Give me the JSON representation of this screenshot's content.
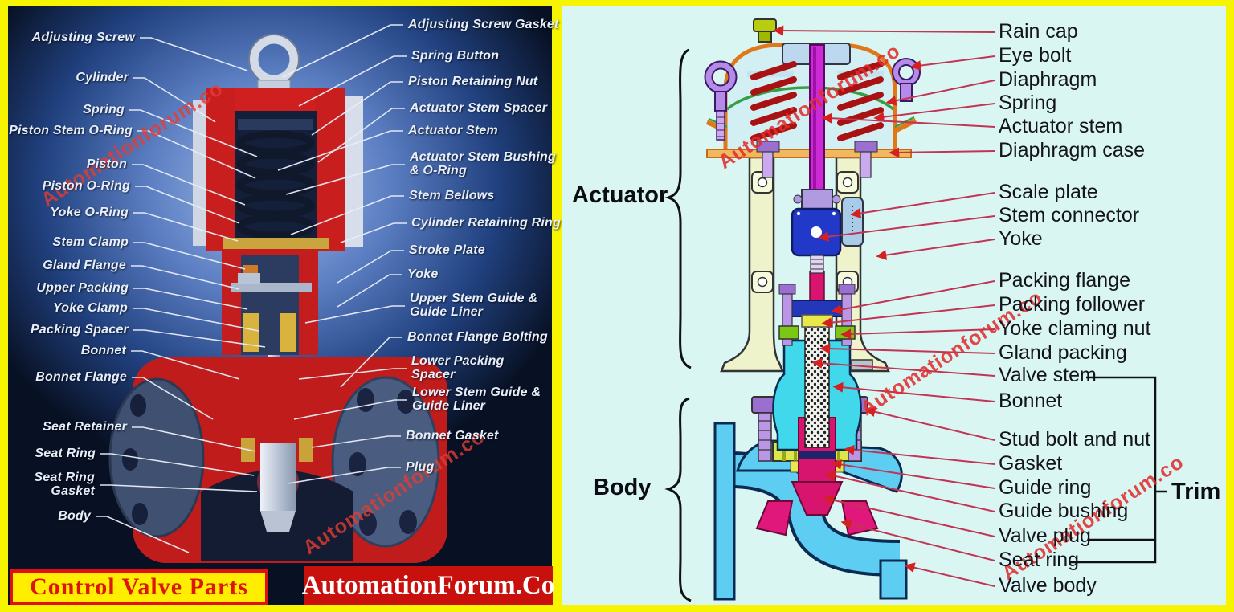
{
  "title_box": {
    "text": "Control Valve Parts"
  },
  "brand_box": {
    "text": "AutomationForum.Co"
  },
  "watermark_text": "Automationforum.co",
  "left_panel": {
    "labels_left": [
      "Adjusting Screw",
      "Cylinder",
      "Spring",
      "Piston Stem O-Ring",
      "Piston",
      "Piston O-Ring",
      "Yoke O-Ring",
      "Stem Clamp",
      "Gland Flange",
      "Upper Packing",
      "Yoke Clamp",
      "Packing Spacer",
      "Bonnet",
      "Bonnet Flange",
      "Seat Retainer",
      "Seat Ring",
      "Seat Ring Gasket",
      "Body"
    ],
    "labels_right": [
      "Adjusting Screw Gasket",
      "Spring Button",
      "Piston Retaining Nut",
      "Actuator Stem Spacer",
      "Actuator Stem",
      "Actuator Stem Bushing & O-Ring",
      "Stem Bellows",
      "Cylinder Retaining Ring",
      "Stroke Plate",
      "Yoke",
      "Upper Stem Guide & Guide Liner",
      "Bonnet Flange Bolting",
      "Lower Packing Spacer",
      "Lower Stem Guide & Guide Liner",
      "Bonnet Gasket",
      "Plug"
    ]
  },
  "right_panel": {
    "group_labels": {
      "actuator": "Actuator",
      "body": "Body",
      "trim": "Trim"
    },
    "labels": [
      "Rain cap",
      "Eye bolt",
      "Diaphragm",
      "Spring",
      "Actuator stem",
      "Diaphragm case",
      "Scale plate",
      "Stem connector",
      "Yoke",
      "Packing flange",
      "Packing follower",
      "Yoke claming nut",
      "Gland packing",
      "Valve stem",
      "Bonnet",
      "Stud bolt and nut",
      "Gasket",
      "Guide ring",
      "Guide bushing",
      "Valve plug",
      "Seat ring",
      "Valve body"
    ]
  },
  "colors": {
    "frame_yellow": "#f6f400",
    "right_panel_bg": "#d9f6f3",
    "leader_crimson": "#c23454",
    "arrow_red": "#d42020",
    "title_red": "#dd1505",
    "brand_red": "#c8100d",
    "watermark_red": "#e12d2d"
  }
}
